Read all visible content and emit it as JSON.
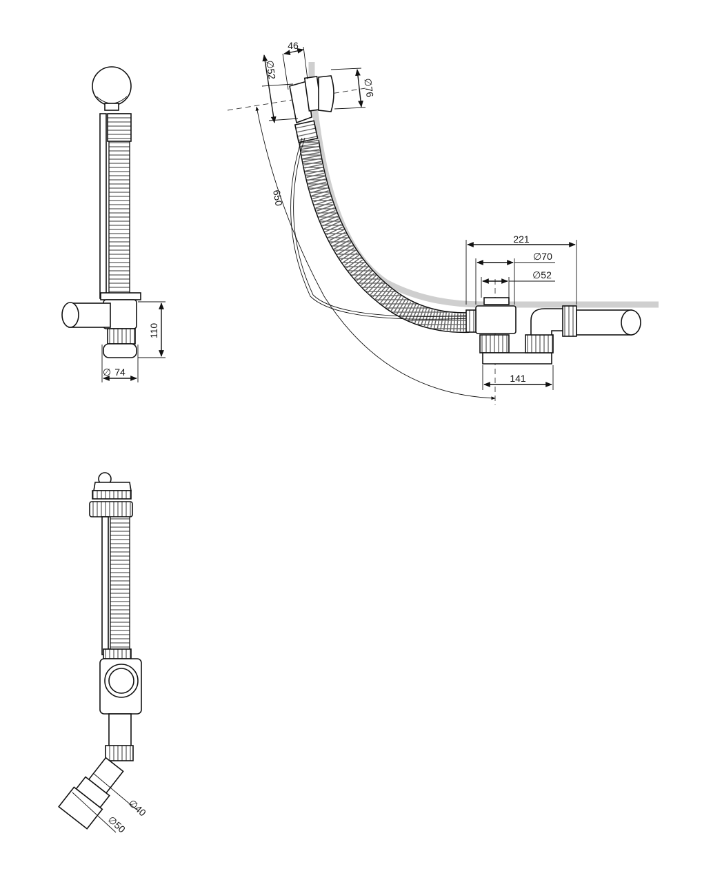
{
  "colors": {
    "line": "#111111",
    "bath_wall": "#cfcfcf",
    "background": "#ffffff"
  },
  "dimensions": {
    "side_view": {
      "height": "110",
      "diameter": "74"
    },
    "main_view": {
      "overflow_depth": "46",
      "overflow_diameter": "∅52",
      "cap_diameter": "∅76",
      "cable_length": "650",
      "total_width": "221",
      "drain_diameter_outer": "∅70",
      "drain_diameter_inner": "∅52",
      "trap_width": "141"
    },
    "bottom_view": {
      "outlet_inner": "∅40",
      "outlet_outer": "∅50"
    }
  }
}
